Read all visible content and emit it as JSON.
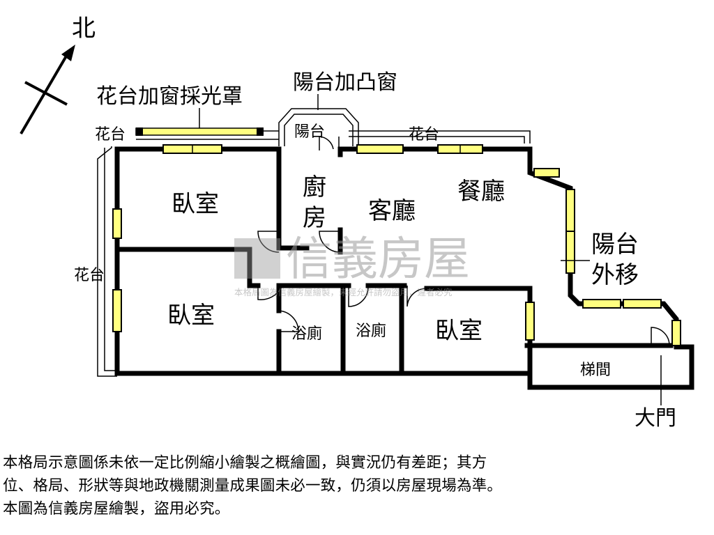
{
  "labels": {
    "north": "北",
    "flower_window": "花台加窗採光罩",
    "balcony_bay": "陽台加凸窗",
    "flower1": "花台",
    "flower2": "花台",
    "flower3": "花台",
    "balcony_small": "陽台",
    "bedroom1": "臥室",
    "kitchen_1": "廚",
    "kitchen_2": "房",
    "living": "客廳",
    "dining": "餐廳",
    "balcony_move_1": "陽台",
    "balcony_move_2": "外移",
    "bedroom2": "臥室",
    "bath1": "浴廁",
    "bath2": "浴廁",
    "bedroom3": "臥室",
    "stair": "梯間",
    "door": "大門"
  },
  "watermark": {
    "brand": "信義房屋",
    "notice": "本格局圖為信義房屋繪製，未經允許請勿盜用，違者必究"
  },
  "disclaimer": "本格局示意圖係未依一定比例縮小繪製之概繪圖，與實況仍有差距；其方\n位、格局、形狀等與地政機關測量成果圖未必一致，仍須以房屋現場為準。\n本圖為信義房屋繪製，盜用必究。"
}
